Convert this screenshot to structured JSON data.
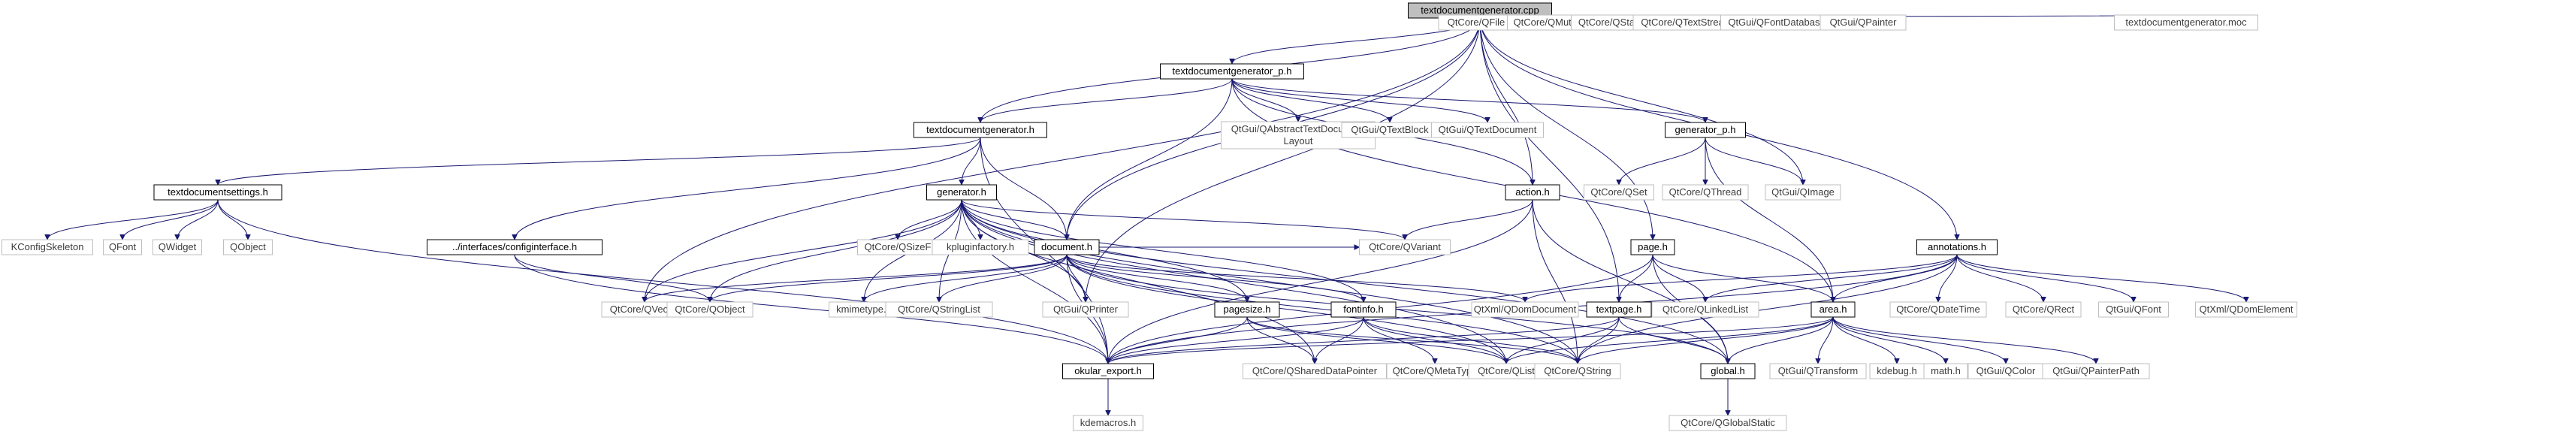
{
  "diagram": {
    "title": "textdocumentgenerator.cpp",
    "edge_color": "#191970",
    "nodes": [
      {
        "id": "root",
        "label": "textdocumentgenerator.cpp",
        "kind": "root"
      },
      {
        "id": "tdg_p",
        "label": "textdocumentgenerator_p.h",
        "kind": "local"
      },
      {
        "id": "qfile",
        "label": "QtCore/QFile",
        "kind": "ext"
      },
      {
        "id": "qmutex",
        "label": "QtCore/QMutex",
        "kind": "ext"
      },
      {
        "id": "qstack",
        "label": "QtCore/QStack",
        "kind": "ext"
      },
      {
        "id": "qtextstream",
        "label": "QtCore/QTextStream",
        "kind": "ext"
      },
      {
        "id": "qfontdb",
        "label": "QtGui/QFontDatabase",
        "kind": "ext"
      },
      {
        "id": "qpainter",
        "label": "QtGui/QPainter",
        "kind": "ext"
      },
      {
        "id": "moc",
        "label": "textdocumentgenerator.moc",
        "kind": "ext"
      },
      {
        "id": "tdg_h",
        "label": "textdocumentgenerator.h",
        "kind": "local"
      },
      {
        "id": "qatdl",
        "label": "QtGui/QAbstractTextDocument\nLayout",
        "kind": "ext"
      },
      {
        "id": "qtextblock",
        "label": "QtGui/QTextBlock",
        "kind": "ext"
      },
      {
        "id": "qtextdoc",
        "label": "QtGui/QTextDocument",
        "kind": "ext"
      },
      {
        "id": "gen_p",
        "label": "generator_p.h",
        "kind": "local"
      },
      {
        "id": "tds_h",
        "label": "textdocumentsettings.h",
        "kind": "local"
      },
      {
        "id": "gen_h",
        "label": "generator.h",
        "kind": "local"
      },
      {
        "id": "action_h",
        "label": "action.h",
        "kind": "local"
      },
      {
        "id": "qset",
        "label": "QtCore/QSet",
        "kind": "ext"
      },
      {
        "id": "qthread",
        "label": "QtCore/QThread",
        "kind": "ext"
      },
      {
        "id": "qimage",
        "label": "QtGui/QImage",
        "kind": "ext"
      },
      {
        "id": "kconfigskel",
        "label": "KConfigSkeleton",
        "kind": "ext"
      },
      {
        "id": "qfont_w",
        "label": "QFont",
        "kind": "ext"
      },
      {
        "id": "qwidget",
        "label": "QWidget",
        "kind": "ext"
      },
      {
        "id": "qobject_s",
        "label": "QObject",
        "kind": "ext"
      },
      {
        "id": "configiface",
        "label": "../interfaces/configinterface.h",
        "kind": "local"
      },
      {
        "id": "qsizef",
        "label": "QtCore/QSizeF",
        "kind": "ext"
      },
      {
        "id": "kpluginfactory",
        "label": "kpluginfactory.h",
        "kind": "ext"
      },
      {
        "id": "qvariant",
        "label": "QtCore/QVariant",
        "kind": "ext"
      },
      {
        "id": "page_h",
        "label": "page.h",
        "kind": "local"
      },
      {
        "id": "annotations_h",
        "label": "annotations.h",
        "kind": "local"
      },
      {
        "id": "document_h",
        "label": "document.h",
        "kind": "local"
      },
      {
        "id": "qvector",
        "label": "QtCore/QVector",
        "kind": "ext"
      },
      {
        "id": "qobject",
        "label": "QtCore/QObject",
        "kind": "ext"
      },
      {
        "id": "kmimetype",
        "label": "kmimetype.h",
        "kind": "ext"
      },
      {
        "id": "qstringlist",
        "label": "QtCore/QStringList",
        "kind": "ext"
      },
      {
        "id": "qprinter",
        "label": "QtGui/QPrinter",
        "kind": "ext"
      },
      {
        "id": "pagesize_h",
        "label": "pagesize.h",
        "kind": "local"
      },
      {
        "id": "fontinfo_h",
        "label": "fontinfo.h",
        "kind": "local"
      },
      {
        "id": "qdomdocument",
        "label": "QtXml/QDomDocument",
        "kind": "ext"
      },
      {
        "id": "textpage_h",
        "label": "textpage.h",
        "kind": "local"
      },
      {
        "id": "qlinkedlist",
        "label": "QtCore/QLinkedList",
        "kind": "ext"
      },
      {
        "id": "area_h",
        "label": "area.h",
        "kind": "local"
      },
      {
        "id": "qdatetime",
        "label": "QtCore/QDateTime",
        "kind": "ext"
      },
      {
        "id": "qrect",
        "label": "QtCore/QRect",
        "kind": "ext"
      },
      {
        "id": "qfont",
        "label": "QtGui/QFont",
        "kind": "ext"
      },
      {
        "id": "qdomelement",
        "label": "QtXml/QDomElement",
        "kind": "ext"
      },
      {
        "id": "okular_export",
        "label": "okular_export.h",
        "kind": "local"
      },
      {
        "id": "qshareddp",
        "label": "QtCore/QSharedDataPointer",
        "kind": "ext"
      },
      {
        "id": "qmetatype",
        "label": "QtCore/QMetaType",
        "kind": "ext"
      },
      {
        "id": "qlist",
        "label": "QtCore/QList",
        "kind": "ext"
      },
      {
        "id": "qstring",
        "label": "QtCore/QString",
        "kind": "ext"
      },
      {
        "id": "global_h",
        "label": "global.h",
        "kind": "local"
      },
      {
        "id": "qtransform",
        "label": "QtGui/QTransform",
        "kind": "ext"
      },
      {
        "id": "kdebug",
        "label": "kdebug.h",
        "kind": "ext"
      },
      {
        "id": "math_h",
        "label": "math.h",
        "kind": "ext"
      },
      {
        "id": "qcolor",
        "label": "QtGui/QColor",
        "kind": "ext"
      },
      {
        "id": "qpainterpath",
        "label": "QtGui/QPainterPath",
        "kind": "ext"
      },
      {
        "id": "kdemacros",
        "label": "kdemacros.h",
        "kind": "ext"
      },
      {
        "id": "qglobalstatic",
        "label": "QtCore/QGlobalStatic",
        "kind": "ext"
      }
    ],
    "edges": [
      [
        "root",
        "tdg_p"
      ],
      [
        "root",
        "qfile"
      ],
      [
        "root",
        "qmutex"
      ],
      [
        "root",
        "qstack"
      ],
      [
        "root",
        "qtextstream"
      ],
      [
        "root",
        "qfontdb"
      ],
      [
        "root",
        "qpainter"
      ],
      [
        "root",
        "moc"
      ],
      [
        "root",
        "tdg_h"
      ],
      [
        "root",
        "action_h"
      ],
      [
        "root",
        "qimage"
      ],
      [
        "root",
        "page_h"
      ],
      [
        "root",
        "annotations_h"
      ],
      [
        "root",
        "document_h"
      ],
      [
        "root",
        "qprinter"
      ],
      [
        "root",
        "qvector"
      ],
      [
        "root",
        "textpage_h"
      ],
      [
        "tdg_p",
        "tdg_h"
      ],
      [
        "tdg_p",
        "qatdl"
      ],
      [
        "tdg_p",
        "qtextblock"
      ],
      [
        "tdg_p",
        "qtextdoc"
      ],
      [
        "tdg_p",
        "gen_p"
      ],
      [
        "tdg_p",
        "action_h"
      ],
      [
        "tdg_p",
        "document_h"
      ],
      [
        "tdg_p",
        "area_h"
      ],
      [
        "tdg_h",
        "tds_h"
      ],
      [
        "tdg_h",
        "gen_h"
      ],
      [
        "tdg_h",
        "configiface"
      ],
      [
        "tdg_h",
        "document_h"
      ],
      [
        "tdg_h",
        "okular_export"
      ],
      [
        "gen_p",
        "qset"
      ],
      [
        "gen_p",
        "qthread"
      ],
      [
        "gen_p",
        "qimage"
      ],
      [
        "gen_p",
        "area_h"
      ],
      [
        "tds_h",
        "kconfigskel"
      ],
      [
        "tds_h",
        "qfont_w"
      ],
      [
        "tds_h",
        "qwidget"
      ],
      [
        "tds_h",
        "qobject_s"
      ],
      [
        "tds_h",
        "okular_export"
      ],
      [
        "configiface",
        "qobject"
      ],
      [
        "configiface",
        "okular_export"
      ],
      [
        "gen_h",
        "qsizef"
      ],
      [
        "gen_h",
        "kpluginfactory"
      ],
      [
        "gen_h",
        "qvariant"
      ],
      [
        "gen_h",
        "document_h"
      ],
      [
        "gen_h",
        "qvector"
      ],
      [
        "gen_h",
        "qobject"
      ],
      [
        "gen_h",
        "kmimetype"
      ],
      [
        "gen_h",
        "qstringlist"
      ],
      [
        "gen_h",
        "qprinter"
      ],
      [
        "gen_h",
        "pagesize_h"
      ],
      [
        "gen_h",
        "fontinfo_h"
      ],
      [
        "gen_h",
        "okular_export"
      ],
      [
        "gen_h",
        "qshareddp"
      ],
      [
        "gen_h",
        "qlist"
      ],
      [
        "gen_h",
        "qstring"
      ],
      [
        "gen_h",
        "global_h"
      ],
      [
        "action_h",
        "qvariant"
      ],
      [
        "action_h",
        "okular_export"
      ],
      [
        "action_h",
        "qstring"
      ],
      [
        "action_h",
        "global_h"
      ],
      [
        "document_h",
        "qvector"
      ],
      [
        "document_h",
        "qobject"
      ],
      [
        "document_h",
        "kmimetype"
      ],
      [
        "document_h",
        "qstringlist"
      ],
      [
        "document_h",
        "qprinter"
      ],
      [
        "document_h",
        "pagesize_h"
      ],
      [
        "document_h",
        "fontinfo_h"
      ],
      [
        "document_h",
        "qdomdocument"
      ],
      [
        "document_h",
        "okular_export"
      ],
      [
        "document_h",
        "qlist"
      ],
      [
        "document_h",
        "qstring"
      ],
      [
        "document_h",
        "global_h"
      ],
      [
        "document_h",
        "qvariant"
      ],
      [
        "page_h",
        "textpage_h"
      ],
      [
        "page_h",
        "qlinkedlist"
      ],
      [
        "page_h",
        "area_h"
      ],
      [
        "page_h",
        "okular_export"
      ],
      [
        "page_h",
        "global_h"
      ],
      [
        "annotations_h",
        "qdatetime"
      ],
      [
        "annotations_h",
        "qrect"
      ],
      [
        "annotations_h",
        "qfont"
      ],
      [
        "annotations_h",
        "qdomelement"
      ],
      [
        "annotations_h",
        "qlinkedlist"
      ],
      [
        "annotations_h",
        "area_h"
      ],
      [
        "annotations_h",
        "qdomdocument"
      ],
      [
        "annotations_h",
        "okular_export"
      ],
      [
        "annotations_h",
        "qstring"
      ],
      [
        "pagesize_h",
        "okular_export"
      ],
      [
        "pagesize_h",
        "qshareddp"
      ],
      [
        "pagesize_h",
        "qlist"
      ],
      [
        "pagesize_h",
        "qstring"
      ],
      [
        "fontinfo_h",
        "okular_export"
      ],
      [
        "fontinfo_h",
        "qshareddp"
      ],
      [
        "fontinfo_h",
        "qmetatype"
      ],
      [
        "fontinfo_h",
        "qlist"
      ],
      [
        "fontinfo_h",
        "qstring"
      ],
      [
        "textpage_h",
        "okular_export"
      ],
      [
        "textpage_h",
        "qlist"
      ],
      [
        "textpage_h",
        "qstring"
      ],
      [
        "textpage_h",
        "global_h"
      ],
      [
        "area_h",
        "qlist"
      ],
      [
        "area_h",
        "qstring"
      ],
      [
        "area_h",
        "global_h"
      ],
      [
        "area_h",
        "okular_export"
      ],
      [
        "area_h",
        "qtransform"
      ],
      [
        "area_h",
        "kdebug"
      ],
      [
        "area_h",
        "math_h"
      ],
      [
        "area_h",
        "qcolor"
      ],
      [
        "area_h",
        "qpainterpath"
      ],
      [
        "okular_export",
        "kdemacros"
      ],
      [
        "global_h",
        "qglobalstatic"
      ]
    ]
  }
}
